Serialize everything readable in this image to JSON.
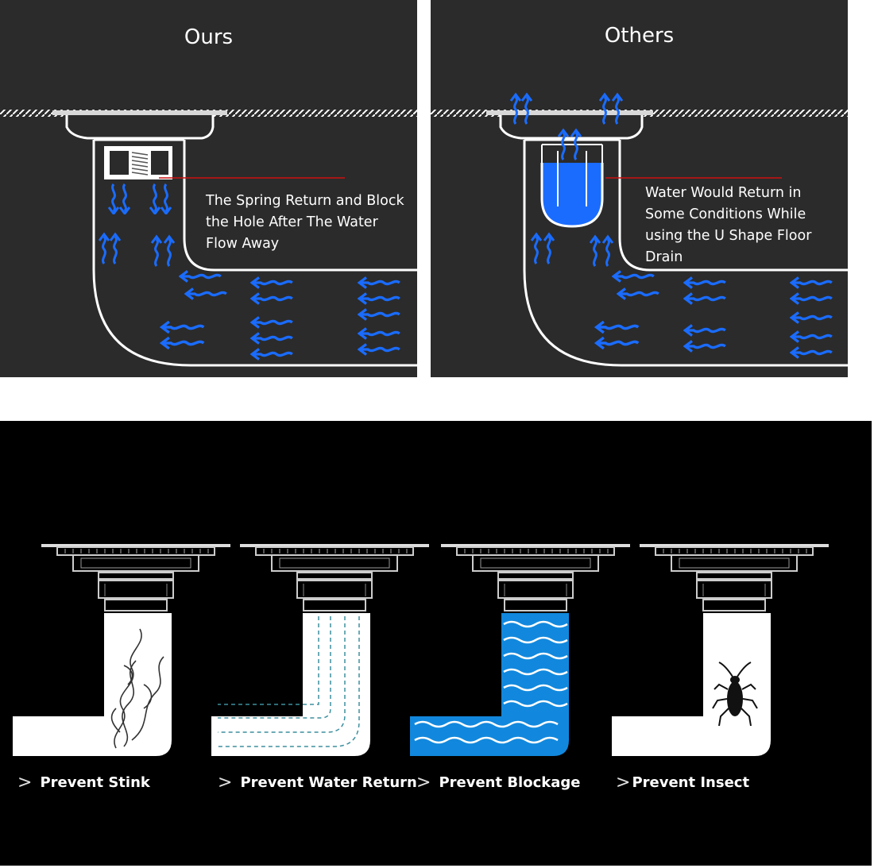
{
  "comparison": {
    "ours": {
      "title": "Ours",
      "caption": "The Spring Return and Block the Hole After The Water Flow Away"
    },
    "others": {
      "title": "Others",
      "caption": "Water Would Return in Some Conditions While using the U Shape Floor Drain"
    },
    "colors": {
      "panel_bg": "#2b2b2b",
      "arrow_blue": "#1a6cff",
      "pointer_line": "#cc1111",
      "pipe_outline": "#ffffff"
    }
  },
  "features": [
    {
      "label": "Prevent Stink",
      "icon": "smoke-icon"
    },
    {
      "label": "Prevent Water Return",
      "icon": "airflow-lines-icon"
    },
    {
      "label": "Prevent Blockage",
      "icon": "water-waves-icon"
    },
    {
      "label": "Prevent Insect",
      "icon": "cockroach-icon"
    }
  ],
  "feature_colors": {
    "background": "#000000",
    "water_fill": "#1188dd"
  }
}
